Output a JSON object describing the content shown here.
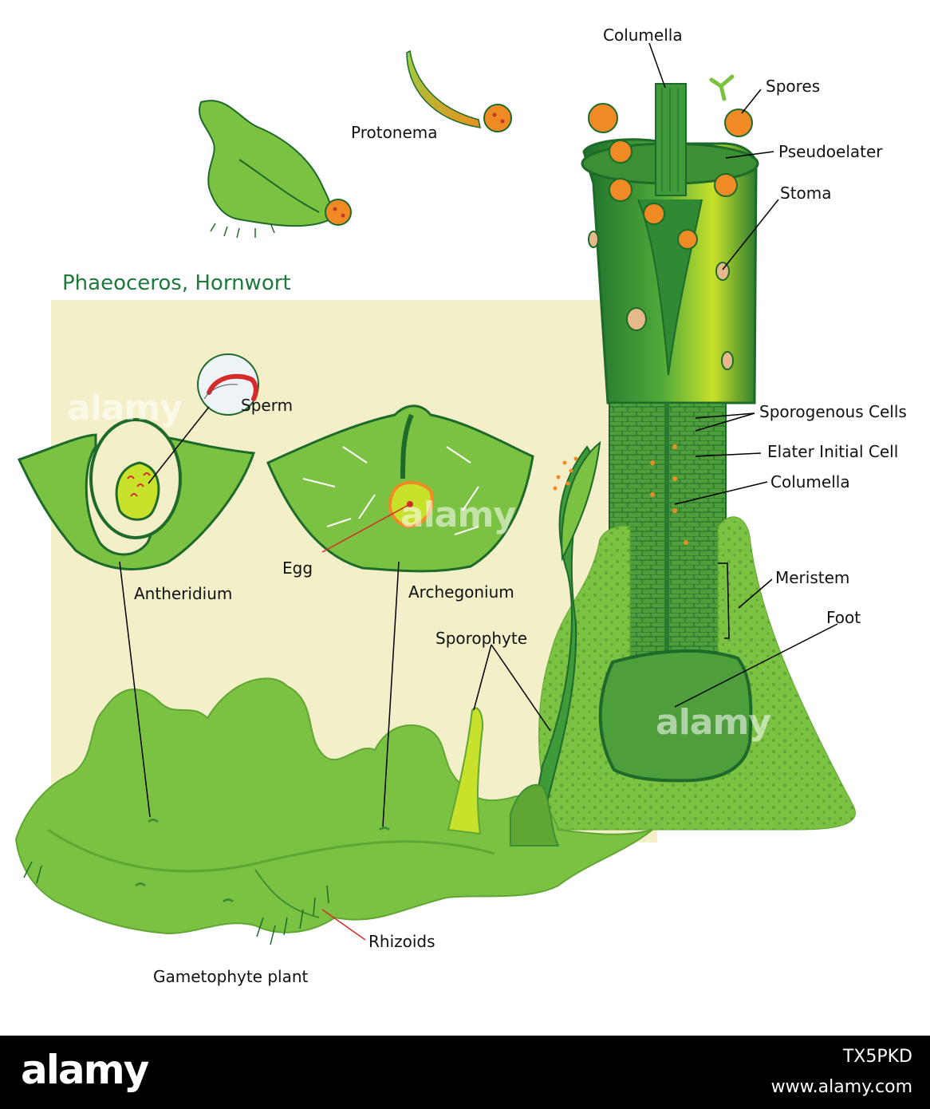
{
  "title": "Phaeoceros, Hornwort",
  "labels": {
    "columella_top": "Columella",
    "spores": "Spores",
    "protonema": "Protonema",
    "pseudoelater": "Pseudoelater",
    "stoma": "Stoma",
    "sperm": "Sperm",
    "sporogenous_cells": "Sporogenous Cells",
    "elater_initial_cell": "Elater Initial Cell",
    "columella_mid": "Columella",
    "egg": "Egg",
    "antheridium": "Antheridium",
    "archegonium": "Archegonium",
    "meristem": "Meristem",
    "sporophyte": "Sporophyte",
    "foot": "Foot",
    "rhizoids": "Rhizoids",
    "gametophyte_plant": "Gametophyte plant"
  },
  "watermark": "alamy",
  "footer": {
    "logo": "alamy",
    "image_id": "TX5PKD",
    "url": "www.alamy.com"
  },
  "colors": {
    "background_panel": "#f3efc8",
    "plant_green": "#7cc242",
    "dark_green": "#1d6a2a",
    "spore_orange": "#f08a24",
    "title_green": "#1d7a3c"
  }
}
